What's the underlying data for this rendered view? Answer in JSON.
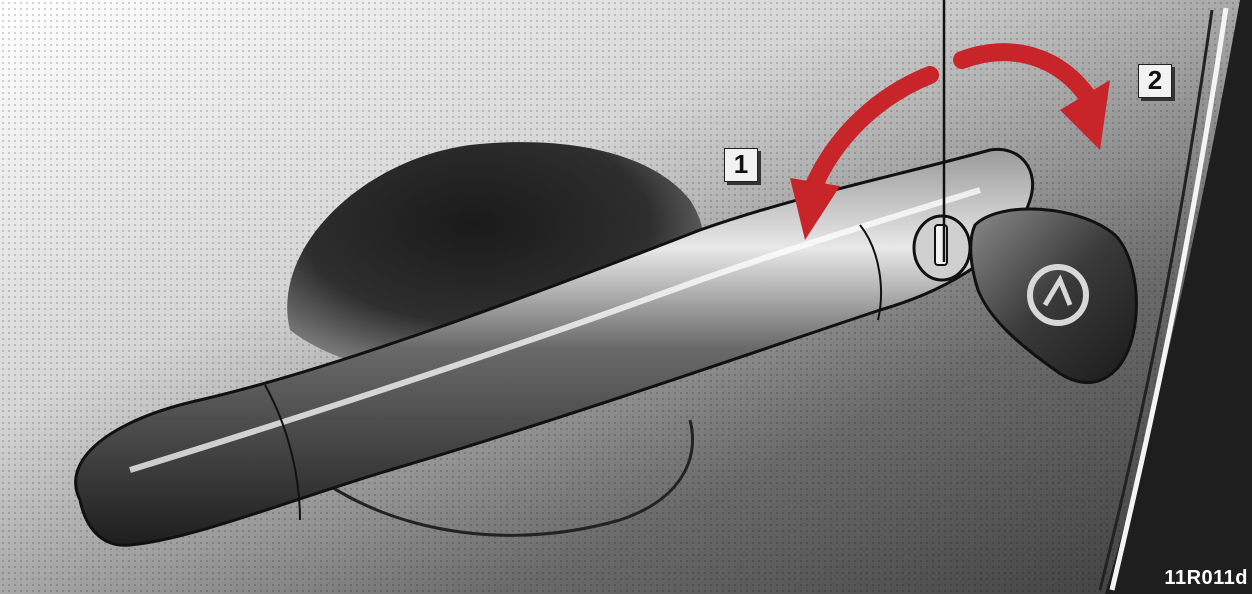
{
  "callouts": {
    "counterclockwise": "1",
    "clockwise": "2"
  },
  "figure_code": "11R011d",
  "colors": {
    "arrow": "#c8252b",
    "door_panel": "#5c5c5c",
    "handle": "#3a3a3a",
    "key": "#2e2e2e"
  }
}
